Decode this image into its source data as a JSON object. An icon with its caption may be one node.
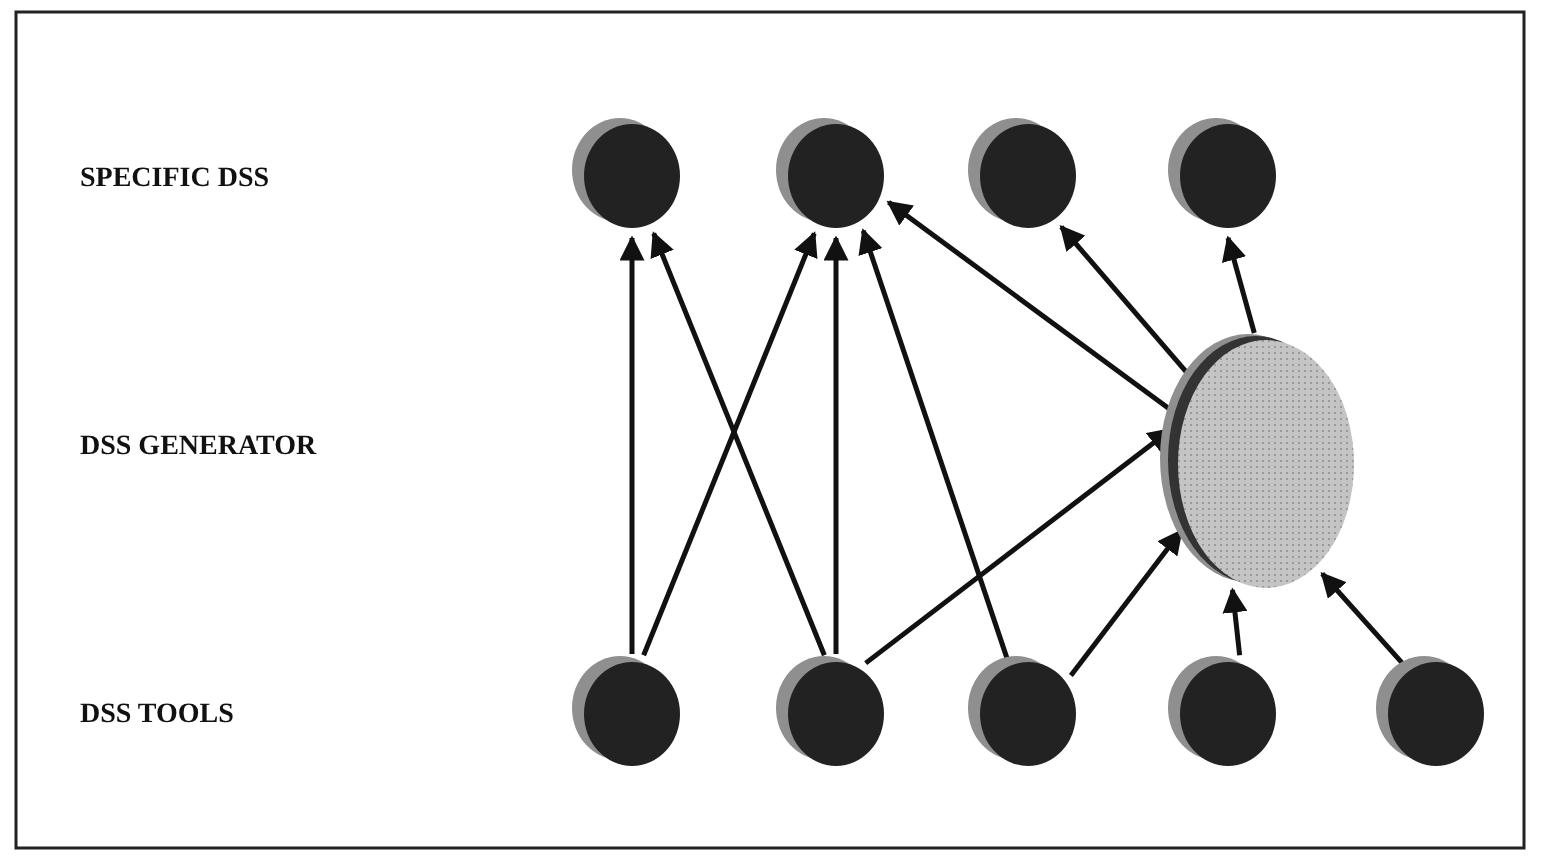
{
  "diagram": {
    "nodes": [
      {
        "text": [],
        "shape": "circle"
      },
      {
        "text": [],
        "shape": "circle"
      },
      {
        "text": [],
        "shape": "circle"
      },
      {
        "text": [],
        "shape": "circle"
      },
      {
        "text": [],
        "shape": "circle"
      },
      {
        "text": [],
        "shape": "circle"
      },
      {
        "text": [],
        "shape": "circle"
      },
      {
        "text": [],
        "shape": "circle"
      },
      {
        "text": [],
        "shape": "circle"
      },
      {
        "text": [],
        "shape": "circle"
      }
    ],
    "edges": [
      {
        "from": 5,
        "to": 0,
        "arrow": "to"
      },
      {
        "from": 5,
        "to": 1,
        "arrow": "to"
      },
      {
        "from": 6,
        "to": 0,
        "arrow": "to"
      },
      {
        "from": 6,
        "to": 1,
        "arrow": "to"
      },
      {
        "from": 6,
        "to": 4,
        "arrow": "to"
      },
      {
        "from": 7,
        "to": 1,
        "arrow": "to"
      },
      {
        "from": 7,
        "to": 4,
        "arrow": "to"
      },
      {
        "from": 8,
        "to": 4,
        "arrow": "to"
      },
      {
        "from": 9,
        "to": 4,
        "arrow": "to"
      },
      {
        "from": 4,
        "to": 1,
        "arrow": "to"
      },
      {
        "from": 4,
        "to": 2,
        "arrow": "to"
      },
      {
        "from": 4,
        "to": 3,
        "arrow": "to"
      }
    ],
    "labels": [
      "SPECIFIC DSS",
      "DSS GENERATOR",
      "DSS TOOLS"
    ]
  }
}
